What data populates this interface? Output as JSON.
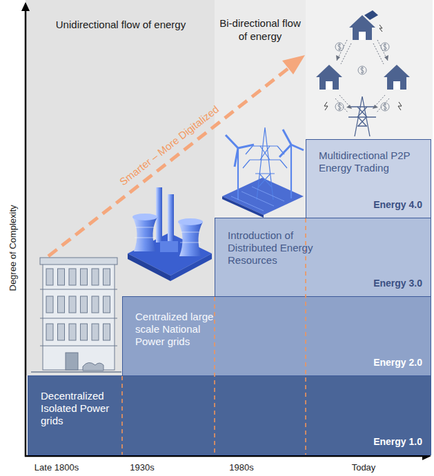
{
  "diagram": {
    "nodes": [
      {
        "text": [
          "Decentralized Isolated Power grids",
          "Energy 1.0"
        ]
      },
      {
        "text": [
          "Centralized large scale National Power grids",
          "Energy 2.0"
        ]
      },
      {
        "text": [
          "Introduction of Distributed Energy Resources",
          "Energy 3.0"
        ]
      },
      {
        "text": [
          "Multidirectional P2P Energy Trading",
          "Energy 4.0"
        ]
      }
    ],
    "labels": [
      "Unidirectional flow of energy",
      "Bi-directional flow of energy",
      "Smarter – More Digitalized",
      "Degree of Complexity",
      "Late 1800s",
      "1930s",
      "1980s",
      "Today"
    ]
  }
}
